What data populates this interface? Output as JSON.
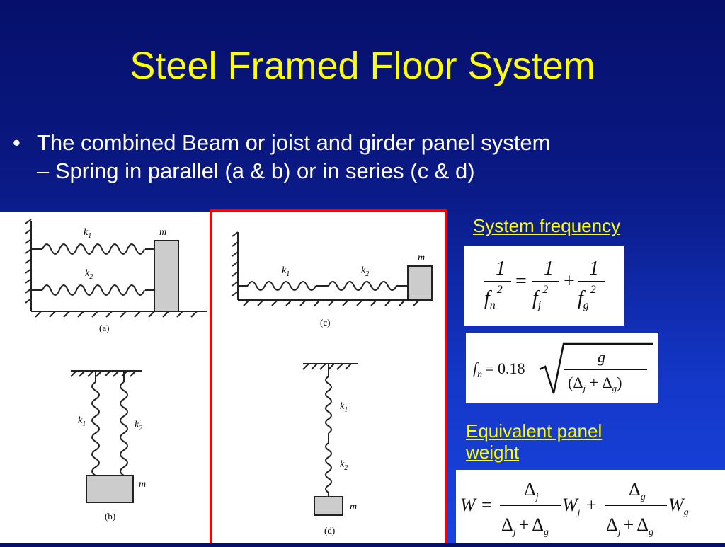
{
  "slide": {
    "title": "Steel Framed Floor System",
    "bullet_marker": "•",
    "bullet_line1": "The combined Beam or joist and girder panel system",
    "bullet_line2": "– Spring in parallel (a & b) or in series (c & d)",
    "label_system_frequency": "System frequency",
    "label_equiv_line1": "Equivalent panel",
    "label_equiv_line2": "weight"
  },
  "diagrams": {
    "a": {
      "caption": "(a)",
      "k1": "k",
      "k1_sub": "1",
      "k2": "k",
      "k2_sub": "2",
      "mass": "m"
    },
    "b": {
      "caption": "(b)",
      "k1": "k",
      "k1_sub": "1",
      "k2": "k",
      "k2_sub": "2",
      "mass": "m"
    },
    "c": {
      "caption": "(c)",
      "k1": "k",
      "k1_sub": "1",
      "k2": "k",
      "k2_sub": "2",
      "mass": "m"
    },
    "d": {
      "caption": "(d)",
      "k1": "k",
      "k1_sub": "1",
      "k2": "k",
      "k2_sub": "2",
      "mass": "m"
    }
  },
  "formulas": {
    "freq_sum": {
      "one": "1",
      "fn": "f",
      "fn_sub": "n",
      "fj": "f",
      "fj_sub": "j",
      "fg": "f",
      "fg_sub": "g",
      "exp": "2",
      "eq": "=",
      "plus": "+"
    },
    "freq_root": {
      "lhs": "f",
      "lhs_sub": "n",
      "eq_coef": "= 0.18",
      "num": "g",
      "den": "(Δ",
      "den_sub_j": "j",
      "den_plus": " + Δ",
      "den_sub_g": "g",
      "den_close": ")"
    },
    "weight": {
      "W": "W",
      "eq": "=",
      "delta": "Δ",
      "sub_j": "j",
      "sub_g": "g",
      "plus": "+",
      "Wj": "W",
      "Wg": "W"
    }
  },
  "colors": {
    "title": "#ffff00",
    "highlight_border": "#ff0000"
  }
}
